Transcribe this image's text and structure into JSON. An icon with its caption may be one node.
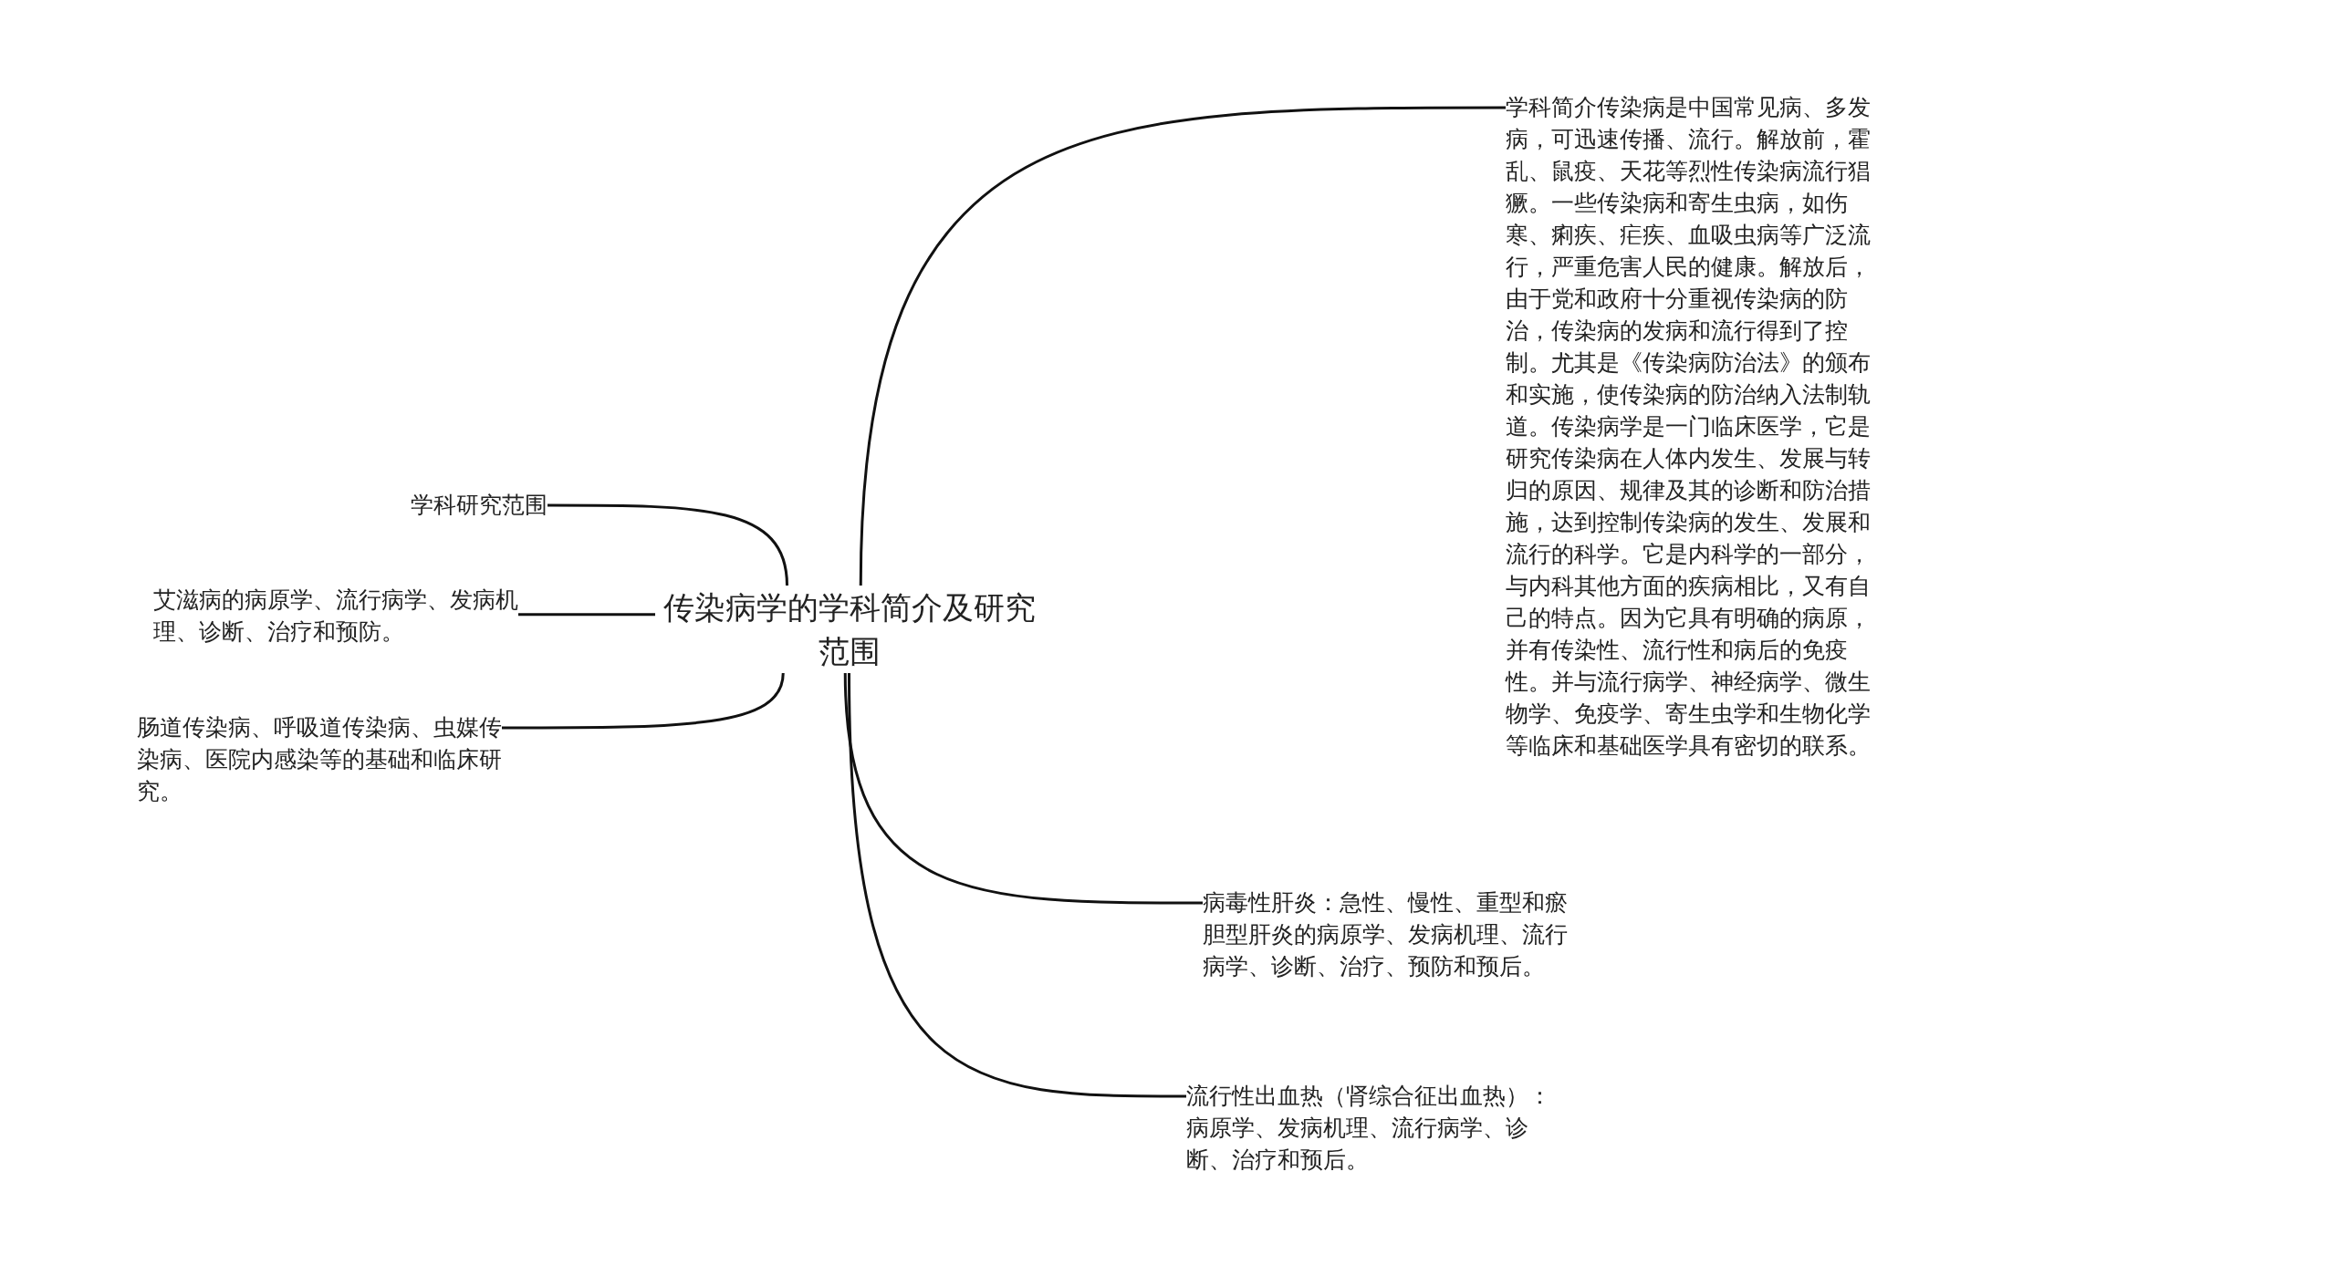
{
  "diagram": {
    "nodes": [
      {
        "text": [
          "传染病学的学科简介及研究范围"
        ]
      },
      {
        "text": [
          "学科研究范围"
        ]
      },
      {
        "text": [
          "艾滋病的病原学、流行病学、发病机理、诊断、治疗和预防。"
        ]
      },
      {
        "text": [
          "肠道传染病、呼吸道传染病、虫媒传染病、医院内感染等的基础和临床研究。"
        ]
      },
      {
        "text": [
          "学科简介传染病是中国常见病、多发病，可迅速传播、流行。解放前，霍乱、鼠疫、天花等烈性传染病流行猖獗。一些传染病和寄生虫病，如伤寒、痢疾、疟疾、血吸虫病等广泛流行，严重危害人民的健康。解放后，由于党和政府十分重视传染病的防治，传染病的发病和流行得到了控制。尤其是《传染病防治法》的颁布和实施，使传染病的防治纳入法制轨道。传染病学是一门临床医学，它是研究传染病在人体内发生、发展与转归的原因、规律及其的诊断和防治措施，达到控制传染病的发生、发展和流行的科学。它是内科学的一部分，与内科其他方面的疾病相比，又有自己的特点。因为它具有明确的病原，并有传染性、流行性和病后的免疫性。并与流行病学、神经病学、微生物学、免疫学、寄生虫学和生物化学等临床和基础医学具有密切的联系。"
        ]
      },
      {
        "text": [
          "病毒性肝炎：急性、慢性、重型和瘀胆型肝炎的病原学、发病机理、流行病学、诊断、治疗、预防和预后。"
        ]
      },
      {
        "text": [
          "流行性出血热（肾综合征出血热）：病原学、发病机理、流行病学、诊断、治疗和预后。"
        ]
      }
    ],
    "edges": [
      {
        "from": 0,
        "to": 1,
        "arrow": "none"
      },
      {
        "from": 0,
        "to": 2,
        "arrow": "none"
      },
      {
        "from": 0,
        "to": 3,
        "arrow": "none"
      },
      {
        "from": 0,
        "to": 4,
        "arrow": "none"
      },
      {
        "from": 0,
        "to": 5,
        "arrow": "none"
      },
      {
        "from": 0,
        "to": 6,
        "arrow": "none"
      }
    ]
  }
}
